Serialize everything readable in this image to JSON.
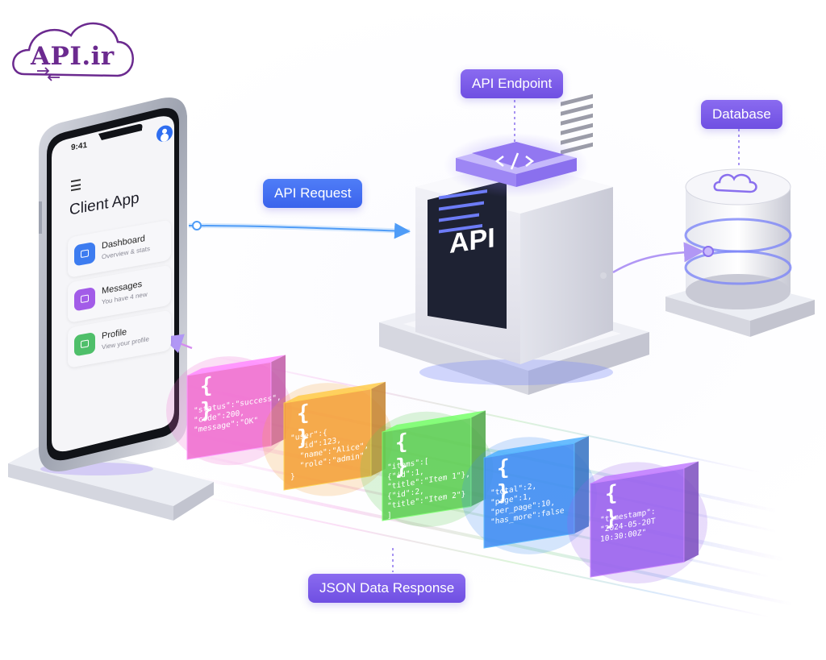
{
  "logo": {
    "text": "API.ir"
  },
  "labels": {
    "api_endpoint": "API Endpoint",
    "database": "Database",
    "api_request": "API Request",
    "json_response": "JSON Data Response"
  },
  "server": {
    "face_text": "API",
    "top_icon": "code-icon"
  },
  "database": {
    "icon": "cloud-icon"
  },
  "phone": {
    "time": "9:41",
    "title": "Client App",
    "items": [
      {
        "label": "Dashboard",
        "sub": "Overview & stats",
        "icon": "dashboard-icon",
        "color": "#3d7cf0"
      },
      {
        "label": "Messages",
        "sub": "You have 4 new",
        "icon": "messages-icon",
        "color": "#a25ce8"
      },
      {
        "label": "Profile",
        "sub": "View your profile",
        "icon": "profile-icon",
        "color": "#4fbf6a"
      }
    ]
  },
  "json_blocks": [
    {
      "color": "#f06fd0",
      "text": "\"status\":\"success\",\n\"code\":200,\n\"message\":\"OK\""
    },
    {
      "color": "#f5a23a",
      "text": "\"user\":{\n  \"id\":123,\n  \"name\":\"Alice\",\n  \"role\":\"admin\"\n}"
    },
    {
      "color": "#5fcf55",
      "text": "\"items\":[\n{\"id\":1,\n\"title\":\"Item 1\"},\n{\"id\":2,\n\"title\":\"Item 2\"}\n]"
    },
    {
      "color": "#3f8df2",
      "text": "\"total\":2,\n\"page\":1,\n\"per_page\":10,\n\"has_more\":false"
    },
    {
      "color": "#9a62ee",
      "text": "\"timestamp\":\n\"2024-05-20T\n10:30:00Z\""
    }
  ],
  "brace_symbol": "{ }"
}
